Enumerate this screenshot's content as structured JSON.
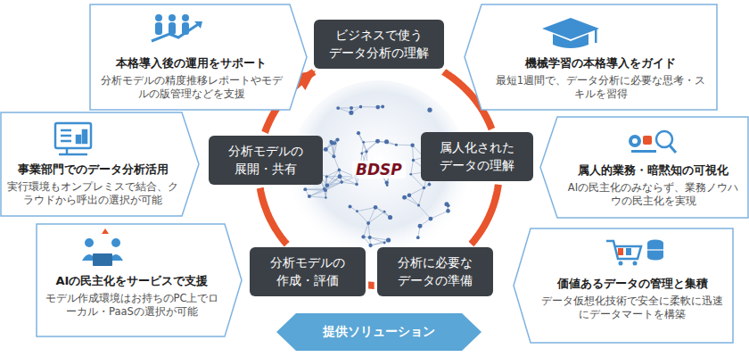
{
  "diagram": {
    "nodes": [
      {
        "text": [
          "本格導入後の運用をサポート",
          "分析モデルの精度推移レポートやモデルの版管理などを支援"
        ]
      },
      {
        "text": [
          "ビジネスで使う データ分析の理解"
        ]
      },
      {
        "text": [
          "機械学習の本格導入をガイド",
          "最短1週間で、データ分析に必要な思考・スキルを習得"
        ]
      },
      {
        "text": [
          "事業部門でのデータ分析活用",
          "実行環境もオンプレミスで結合、クラウドから呼出の選択が可能"
        ]
      },
      {
        "text": [
          "分析モデルの 展開・共有"
        ]
      },
      {
        "text": [
          "属人化された データの理解"
        ]
      },
      {
        "text": [
          "属人的業務・暗黙知の可視化",
          "AIの民主化のみならず、業務ノウハウの民主化を実現"
        ]
      },
      {
        "text": [
          "AIの民主化をサービスで支援",
          "モデル作成環境はお持ちのPC上でローカル・PaaSの選択が可能"
        ]
      },
      {
        "text": [
          "分析モデルの 作成・評価"
        ]
      },
      {
        "text": [
          "分析に必要な データの準備"
        ]
      },
      {
        "text": [
          "価値あるデータの管理と集積",
          "データ仮想化技術で安全に柔軟に迅速にデータマートを構築"
        ]
      },
      {
        "text": [
          "提供ソリューション"
        ]
      }
    ],
    "edges": [
      {
        "from": 1,
        "to": 5,
        "arrow": "none"
      },
      {
        "from": 5,
        "to": 9,
        "arrow": "none"
      },
      {
        "from": 9,
        "to": 8,
        "arrow": "none"
      },
      {
        "from": 8,
        "to": 4,
        "arrow": "none"
      },
      {
        "from": 4,
        "to": 1,
        "arrow": "to"
      }
    ],
    "labels": [
      "BDSP"
    ]
  }
}
